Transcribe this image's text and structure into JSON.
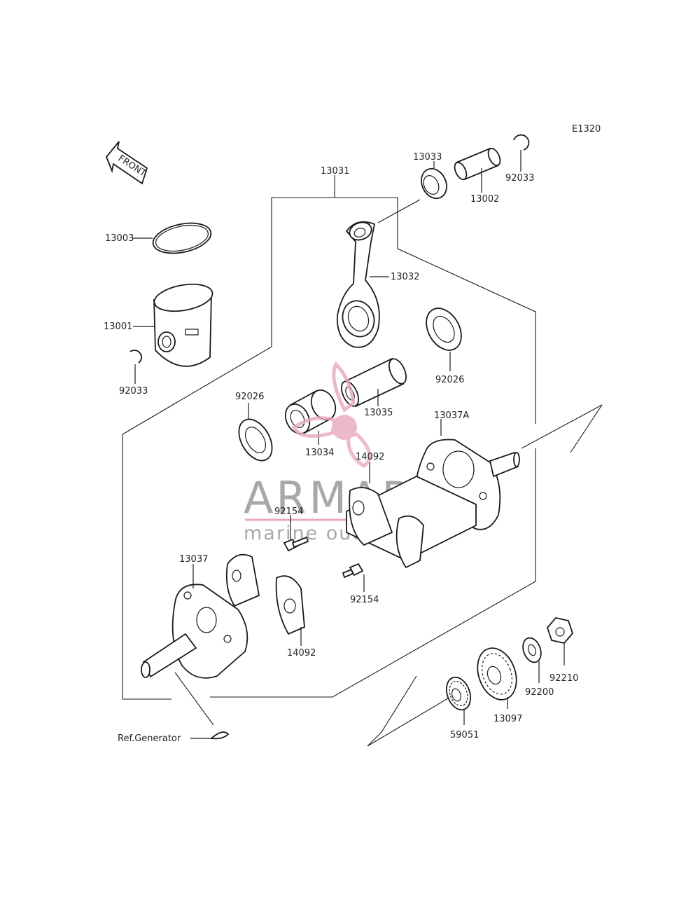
{
  "diagram_code": "E1320",
  "front_label": "FRONT",
  "ref_label": "Ref.Generator",
  "watermark": {
    "brand": "ARMADA",
    "tagline": "marine outboards",
    "accent_color": "#e8a7c0"
  },
  "parts": {
    "p13031": "13031",
    "p13033": "13033",
    "p92033_top": "92033",
    "p13002": "13002",
    "p13003": "13003",
    "p13032": "13032",
    "p13001": "13001",
    "p92033_left": "92033",
    "p92026_right": "92026",
    "p92026_left": "92026",
    "p13035": "13035",
    "p13034": "13034",
    "p13037A": "13037A",
    "p14092_upper": "14092",
    "p92154_upper": "92154",
    "p13037": "13037",
    "p92154_lower": "92154",
    "p14092_lower": "14092",
    "p92210": "92210",
    "p92200": "92200",
    "p13097": "13097",
    "p59051": "59051"
  }
}
